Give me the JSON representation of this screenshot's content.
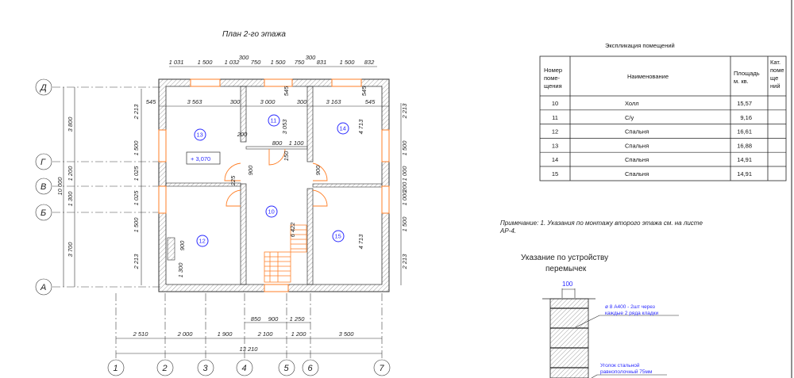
{
  "plan": {
    "title": "План 2-го этажа",
    "level_mark": "+ 3,070",
    "axes_vertical": [
      "1",
      "2",
      "3",
      "4",
      "5",
      "6",
      "7"
    ],
    "axes_horizontal": [
      "Д",
      "Г",
      "В",
      "Б",
      "А"
    ],
    "top_dims": [
      "1 031",
      "1 500",
      "1 032",
      "300",
      "750",
      "1 500",
      "750",
      "300",
      "831",
      "1 500",
      "832"
    ],
    "inner_dims": [
      "545",
      "3 563",
      "300",
      "3 000",
      "300",
      "3 163",
      "545"
    ],
    "bottom_dims": [
      "2 510",
      "2 000",
      "1 900",
      "2 100",
      "1 200",
      "3 500"
    ],
    "bottom_small_dims": [
      "850",
      "900",
      "1 250"
    ],
    "total_width": "13 210",
    "left_dims": [
      "3 800",
      "1 200",
      "1 300",
      "3 700"
    ],
    "total_height": "10 000",
    "left_inner_dims": [
      "2 213",
      "1 500",
      "1 025",
      "1 025",
      "1 500",
      "2 213"
    ],
    "right_dims": [
      "2 213",
      "1 500",
      "1 000",
      "200",
      "1 000",
      "1 500",
      "2 213"
    ],
    "misc_dims": [
      "3 053",
      "4 713",
      "4 713",
      "6 422",
      "800",
      "1 100",
      "200",
      "900",
      "900",
      "150",
      "225",
      "1 300",
      "900",
      "545",
      "545"
    ],
    "rooms": [
      "13",
      "11",
      "14",
      "10",
      "12",
      "15"
    ]
  },
  "explication": {
    "title": "Экспликация  помещений",
    "headers": [
      "Номер поме- щения",
      "Наименование",
      "Площадь м. кв.",
      "Кат. поме ще ний"
    ],
    "rows": [
      {
        "num": "10",
        "name": "Холл",
        "area": "15,57"
      },
      {
        "num": "11",
        "name": "С/у",
        "area": "9,16"
      },
      {
        "num": "12",
        "name": "Спальня",
        "area": "16,61"
      },
      {
        "num": "13",
        "name": "Спальня",
        "area": "16,88"
      },
      {
        "num": "14",
        "name": "Спальня",
        "area": "14,91"
      },
      {
        "num": "15",
        "name": "Спальня",
        "area": "14,91"
      }
    ]
  },
  "note": {
    "line1": "Примечание: 1. Указания по монтажу второго этажа см. на листе",
    "line2": "АР-4."
  },
  "lintel": {
    "title1": "Указание по устройству",
    "title2": "перемычек",
    "dim": "100",
    "label1a": "ø 8 А400 - 2шт через",
    "label1b": "каждые 2 ряда кладки",
    "label2a": "Уголок стальной",
    "label2b": "равнополочный 75мм"
  },
  "colors": {
    "wall": "#333333",
    "window": "#ff7f27",
    "room_tag": "#2b2bff"
  }
}
